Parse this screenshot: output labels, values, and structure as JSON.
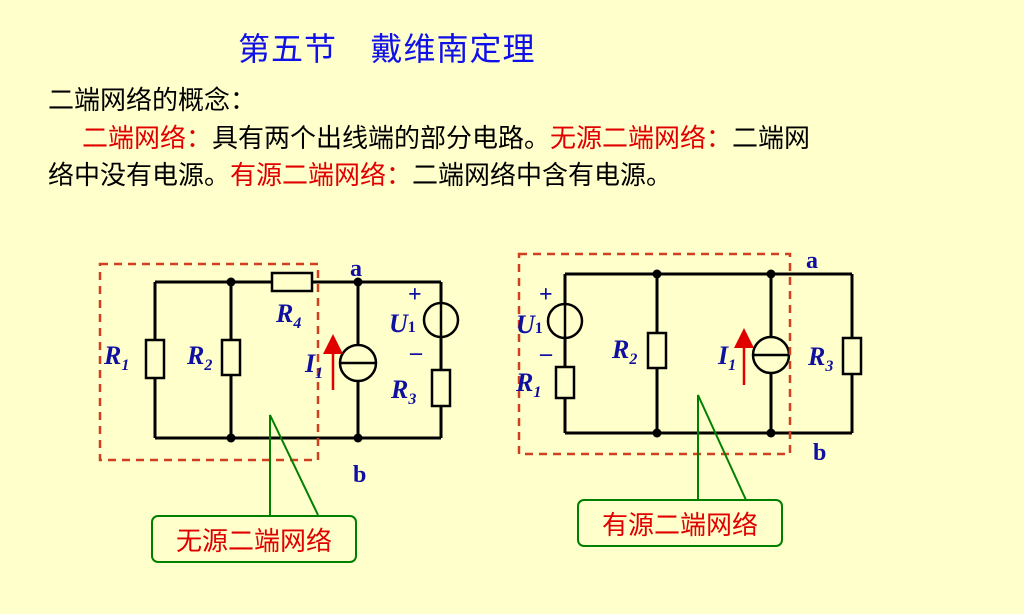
{
  "title": "第五节   戴维南定理",
  "concept_heading": "二端网络的概念：",
  "para": {
    "t1": "二端网络：",
    "t2": "具有两个出线端的部分电路。",
    "t3": "无源二端网络：",
    "t4": "二端网",
    "t5": "络中没有电源。",
    "t6": "有源二端网络：",
    "t7": "二端网络中含有电源。"
  },
  "left_circuit": {
    "R1": "R",
    "R1_sub": "1",
    "R2": "R",
    "R2_sub": "2",
    "R3": "R",
    "R3_sub": "3",
    "R4": "R",
    "R4_sub": "4",
    "I1": "I",
    "I1_sub": "1",
    "U1": "U",
    "U1_sub": "1",
    "plus": "+",
    "minus": "–",
    "a": "a",
    "b": "b",
    "caption": "无源二端网络"
  },
  "right_circuit": {
    "U1": "U",
    "U1_sub": "1",
    "R1": "R",
    "R1_sub": "1",
    "R2": "R",
    "R2_sub": "2",
    "R3": "R",
    "R3_sub": "3",
    "I1": "I",
    "I1_sub": "1",
    "plus": "+",
    "minus": "–",
    "a": "a",
    "b": "b",
    "caption": "有源二端网络"
  },
  "colors": {
    "title": "#1010E8",
    "highlight": "#E00000",
    "dashed_box": "#D04020",
    "pointer": "#008000",
    "label": "#1010A0",
    "caption": "#E00000"
  }
}
